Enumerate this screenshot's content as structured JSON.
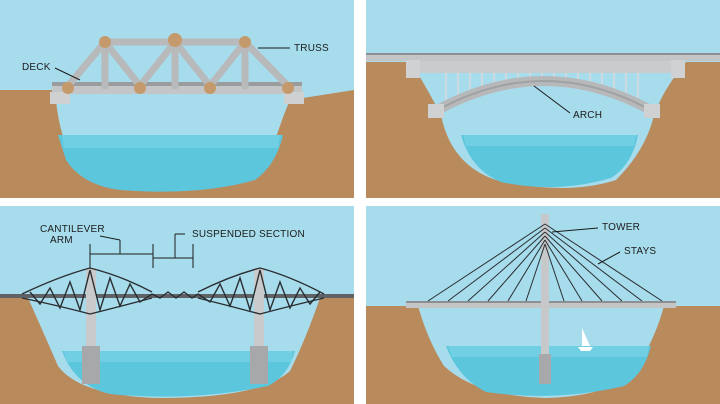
{
  "panels": {
    "truss": {
      "labels": {
        "truss": "TRUSS",
        "deck": "DECK"
      },
      "colors": {
        "sky": "#a7dcec",
        "ground": "#b98a5c",
        "water": "#5cc6dd",
        "steel": "#b9bbbd",
        "joint": "#c49a6c"
      }
    },
    "arch": {
      "labels": {
        "arch": "ARCH"
      },
      "colors": {
        "sky": "#a7dcec",
        "ground": "#b98a5c",
        "water": "#5cc6dd",
        "steel": "#b9bbbd"
      }
    },
    "cantilever": {
      "labels": {
        "cantilever_line1": "CANTILEVER",
        "cantilever_line2": "ARM",
        "suspended": "SUSPENDED SECTION"
      },
      "colors": {
        "sky": "#a7dcec",
        "ground": "#b98a5c",
        "water": "#5cc6dd",
        "truss": "#2a2e32"
      }
    },
    "cable_stayed": {
      "labels": {
        "tower": "TOWER",
        "stays": "STAYS"
      },
      "colors": {
        "sky": "#a7dcec",
        "ground": "#b98a5c",
        "water": "#5cc6dd",
        "cable": "#2a2e32"
      }
    }
  },
  "brand": {
    "icon": "engineer-hardhat-glasses-icon",
    "hat_color": "#e8503a"
  }
}
